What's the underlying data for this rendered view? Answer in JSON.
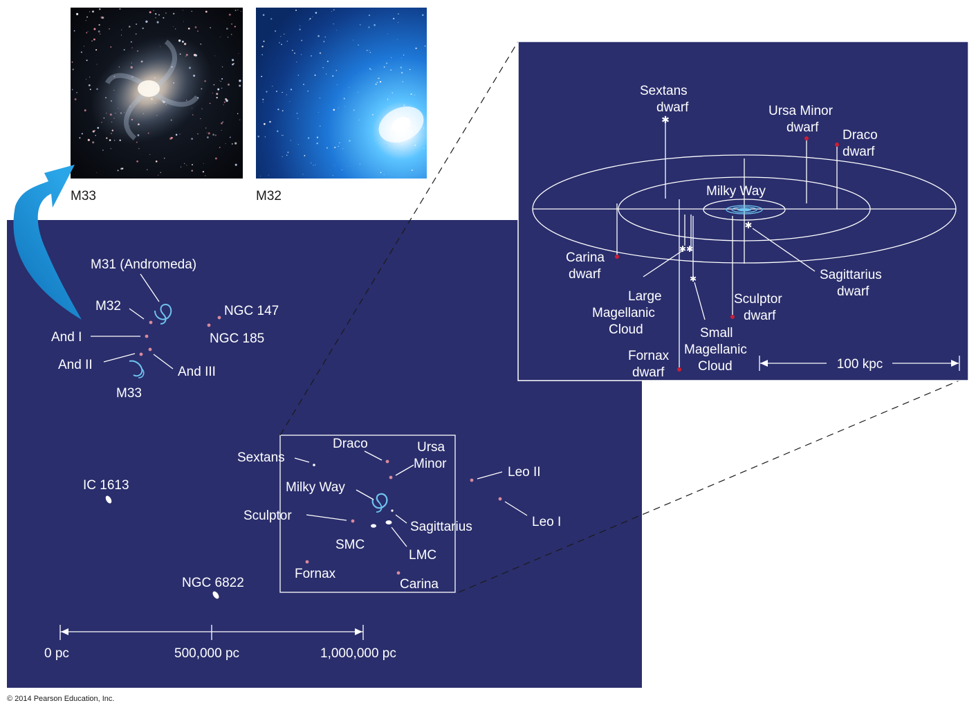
{
  "colors": {
    "panel": "#2a2e6c",
    "line": "#ffffff",
    "dot_pink": "#d98a9c",
    "dot_red": "#cc1e35",
    "arrow_blue": "#1a8fd6",
    "spiral_blue": "#6fc4f0"
  },
  "photos": {
    "m33_caption": "M33",
    "m32_caption": "M32"
  },
  "local_group": {
    "labels": {
      "m31": "M31 (Andromeda)",
      "m32": "M32",
      "and1": "And I",
      "and2": "And II",
      "and3": "And III",
      "m33": "M33",
      "ngc147": "NGC 147",
      "ngc185": "NGC 185",
      "ic1613": "IC 1613",
      "ngc6822": "NGC 6822",
      "sextans": "Sextans",
      "draco": "Draco",
      "ursa1": "Ursa",
      "ursa2": "Minor",
      "milkyway": "Milky Way",
      "sculptor": "Sculptor",
      "sagittarius": "Sagittarius",
      "smc": "SMC",
      "lmc": "LMC",
      "fornax": "Fornax",
      "carina": "Carina",
      "leo2": "Leo II",
      "leo1": "Leo I"
    },
    "scale": {
      "tick0": "0 pc",
      "tick1": "500,000 pc",
      "tick2": "1,000,000 pc"
    }
  },
  "inset": {
    "labels": {
      "sextans_1": "Sextans",
      "sextans_2": "dwarf",
      "ursa_1": "Ursa Minor",
      "ursa_2": "dwarf",
      "draco_1": "Draco",
      "draco_2": "dwarf",
      "milkyway": "Milky Way",
      "carina_1": "Carina",
      "carina_2": "dwarf",
      "sagittarius_1": "Sagittarius",
      "sagittarius_2": "dwarf",
      "lmc_1": "Large",
      "lmc_2": "Magellanic",
      "lmc_3": "Cloud",
      "sculptor_1": "Sculptor",
      "sculptor_2": "dwarf",
      "smc_1": "Small",
      "smc_2": "Magellanic",
      "smc_3": "Cloud",
      "fornax_1": "Fornax",
      "fornax_2": "dwarf"
    },
    "scale_label": "100 kpc"
  },
  "copyright": "© 2014 Pearson Education, Inc."
}
